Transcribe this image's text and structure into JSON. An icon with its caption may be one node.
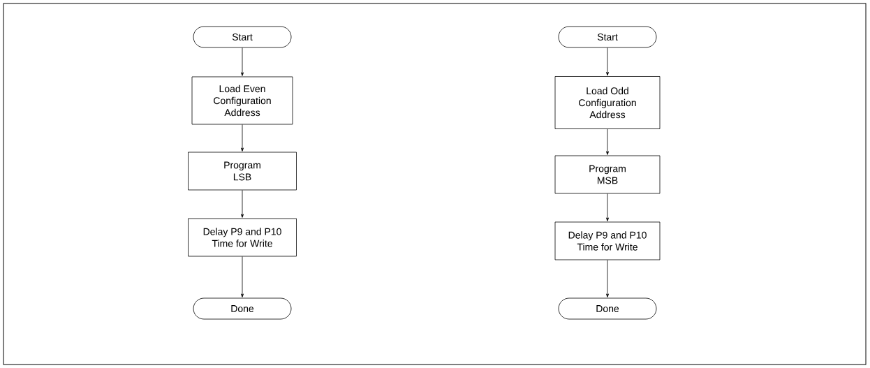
{
  "diagram": {
    "nodes": [
      {
        "text": [
          "Start"
        ]
      },
      {
        "text": [
          "Load Even Configuration Address"
        ]
      },
      {
        "text": [
          "Program LSB"
        ]
      },
      {
        "text": [
          "Delay P9 and P10 Time for Write"
        ]
      },
      {
        "text": [
          "Done"
        ]
      },
      {
        "text": [
          "Start"
        ]
      },
      {
        "text": [
          "Load Odd Configuration Address"
        ]
      },
      {
        "text": [
          "Program MSB"
        ]
      },
      {
        "text": [
          "Delay P9 and P10 Time for Write"
        ]
      },
      {
        "text": [
          "Done"
        ]
      }
    ],
    "edges": [
      {
        "from": 0,
        "to": 1,
        "arrow": "to"
      },
      {
        "from": 1,
        "to": 2,
        "arrow": "to"
      },
      {
        "from": 2,
        "to": 3,
        "arrow": "to"
      },
      {
        "from": 3,
        "to": 4,
        "arrow": "to"
      },
      {
        "from": 5,
        "to": 6,
        "arrow": "to"
      },
      {
        "from": 6,
        "to": 7,
        "arrow": "to"
      },
      {
        "from": 7,
        "to": 8,
        "arrow": "to"
      },
      {
        "from": 8,
        "to": 9,
        "arrow": "to"
      }
    ]
  }
}
